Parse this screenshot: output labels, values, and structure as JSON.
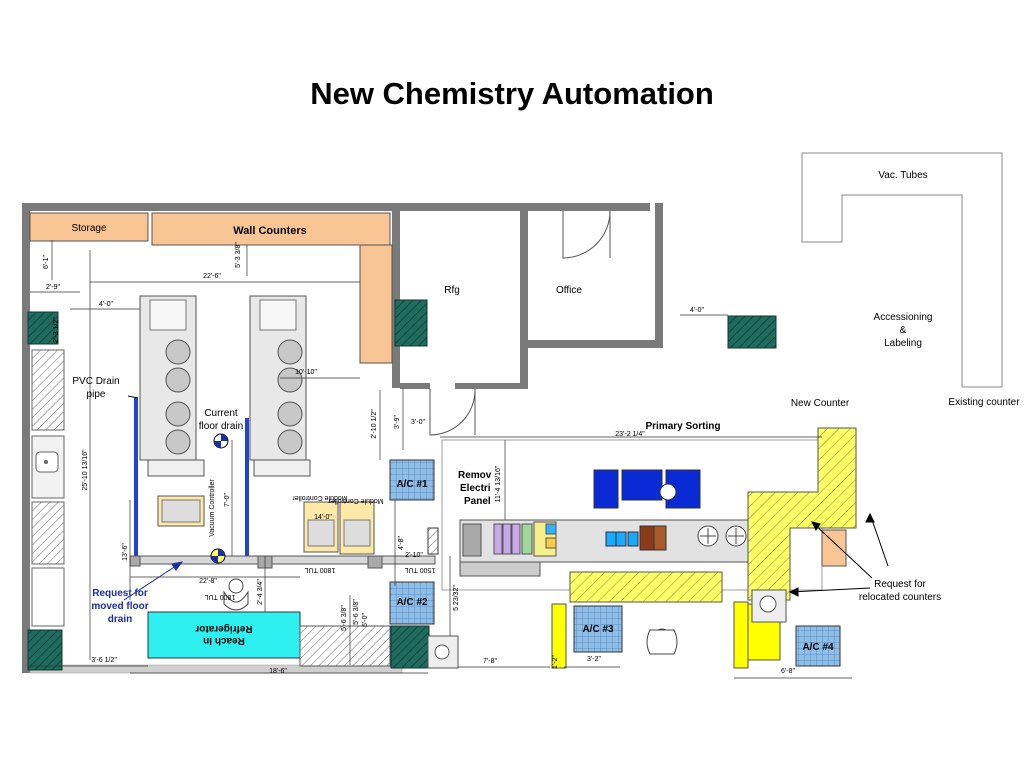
{
  "title": "New Chemistry Automation",
  "rooms": {
    "storage": "Storage",
    "wall_counters": "Wall Counters",
    "rfg": "Rfg",
    "office": "Office",
    "vac_tubes": "Vac. Tubes",
    "accessioning_1": "Accessioning",
    "accessioning_2": "&",
    "accessioning_3": "Labeling",
    "new_counter": "New Counter",
    "existing_counter": "Existing counter",
    "primary_sorting": "Primary Sorting",
    "reach_in_1": "Reach In",
    "reach_in_2": "Refrigerator",
    "remove_panel_1": "Remov",
    "remove_panel_2": "Electri",
    "remove_panel_3": "Panel"
  },
  "annotations": {
    "pvc_drain_1": "PVC Drain",
    "pvc_drain_2": "pipe",
    "floor_drain_1": "Current",
    "floor_drain_2": "floor drain",
    "moved_drain_1": "Request for",
    "moved_drain_2": "moved floor",
    "moved_drain_3": "drain",
    "relocated_1": "Request for",
    "relocated_2": "relocated counters"
  },
  "ac_units": [
    "A/C #1",
    "A/C #2",
    "A/C #3",
    "A/C #4"
  ],
  "dimensions": {
    "d_6_1": "6'-1\"",
    "d_5_3_38": "5'-3 3/8\"",
    "d_22_6": "22'-6\"",
    "d_2_9": "2'-9\"",
    "d_4_0_left": "4'-0\"",
    "d_2_3_12": "2'-3 1/2\"",
    "d_4_0_right": "4'-0\"",
    "d_10_10": "10'-10\"",
    "d_2_10_12": "2'-10 1/2\"",
    "d_3_9": "3'-9\"",
    "d_3_0": "3'-0\"",
    "d_23_2_14": "23'-2 1/4\"",
    "d_11_4": "11'-4 13/16\"",
    "d_25_10": "25'-10 13/16\"",
    "d_14_0": "14'-0\"",
    "d_7_0": "7'-0\"",
    "d_13_6": "13'-6\"",
    "d_22_8": "22'-8\"",
    "d_4_8": "4'-8\"",
    "d_2_10": "2'-10\"",
    "d_2_4_34": "2'-4 3/4\"",
    "d_5_6_38": "5'-6 3/8\"",
    "d_5_6_38b": "5'-6 3/8\"",
    "d_5_0": "5'-0\"",
    "d_5_23_32": "5 23/32\"",
    "d_3_6_12": "3'-6 1/2\"",
    "d_18_6": "18'-6\"",
    "d_7_8": "7'-8\"",
    "d_1_2": "1'-2\"",
    "d_3_2": "3'-2\"",
    "d_6_8": "6'-8\"",
    "d_1800_a": "1800 TUL",
    "d_1800_b": "1800 TUL",
    "d_1500": "1500 TUL"
  },
  "equipment_labels": {
    "module_controller_1": "Module Controller",
    "module_controller_2": "Module Controller",
    "vac_controller": "Vacuum Controller",
    "cobas_14": "14'-0\""
  },
  "colors": {
    "counter_orange": "#f9c594",
    "wall_gray": "#7a7a7a",
    "teal_column": "#1f6b5e",
    "ac_blue": "#8fbfe8",
    "reach_in_cyan": "#2ff0f0",
    "hatch_yellow": "#ffff66",
    "pipe_blue": "#2244cc",
    "analyzer_blue": "#0a2ad6"
  }
}
